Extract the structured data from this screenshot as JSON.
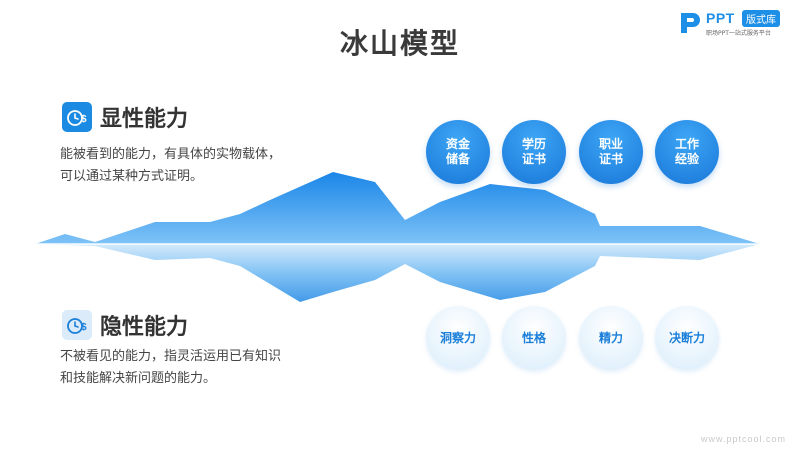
{
  "title": "冰山模型",
  "logo": {
    "brand": "PPT",
    "badge": "版式库",
    "tagline": "职场PPT一站式服务平台"
  },
  "explicit": {
    "heading": "显性能力",
    "desc_line1": "能被看到的能力，有具体的实物载体，",
    "desc_line2": "可以通过某种方式证明。",
    "icon": "clock-dollar-icon",
    "items": [
      {
        "line1": "资金",
        "line2": "储备"
      },
      {
        "line1": "学历",
        "line2": "证书"
      },
      {
        "line1": "职业",
        "line2": "证书"
      },
      {
        "line1": "工作",
        "line2": "经验"
      }
    ]
  },
  "implicit": {
    "heading": "隐性能力",
    "desc_line1": "不被看见的能力，指灵活运用已有知识",
    "desc_line2": "和技能解决新问题的能力。",
    "icon": "clock-dollar-icon",
    "items": [
      {
        "label": "洞察力"
      },
      {
        "label": "性格"
      },
      {
        "label": "精力"
      },
      {
        "label": "决断力"
      }
    ]
  },
  "footer": "www.pptcool.com",
  "colors": {
    "accent": "#1b8ae3",
    "dark_circle": "#1877d8",
    "light_circle": "#d8ecfb"
  }
}
